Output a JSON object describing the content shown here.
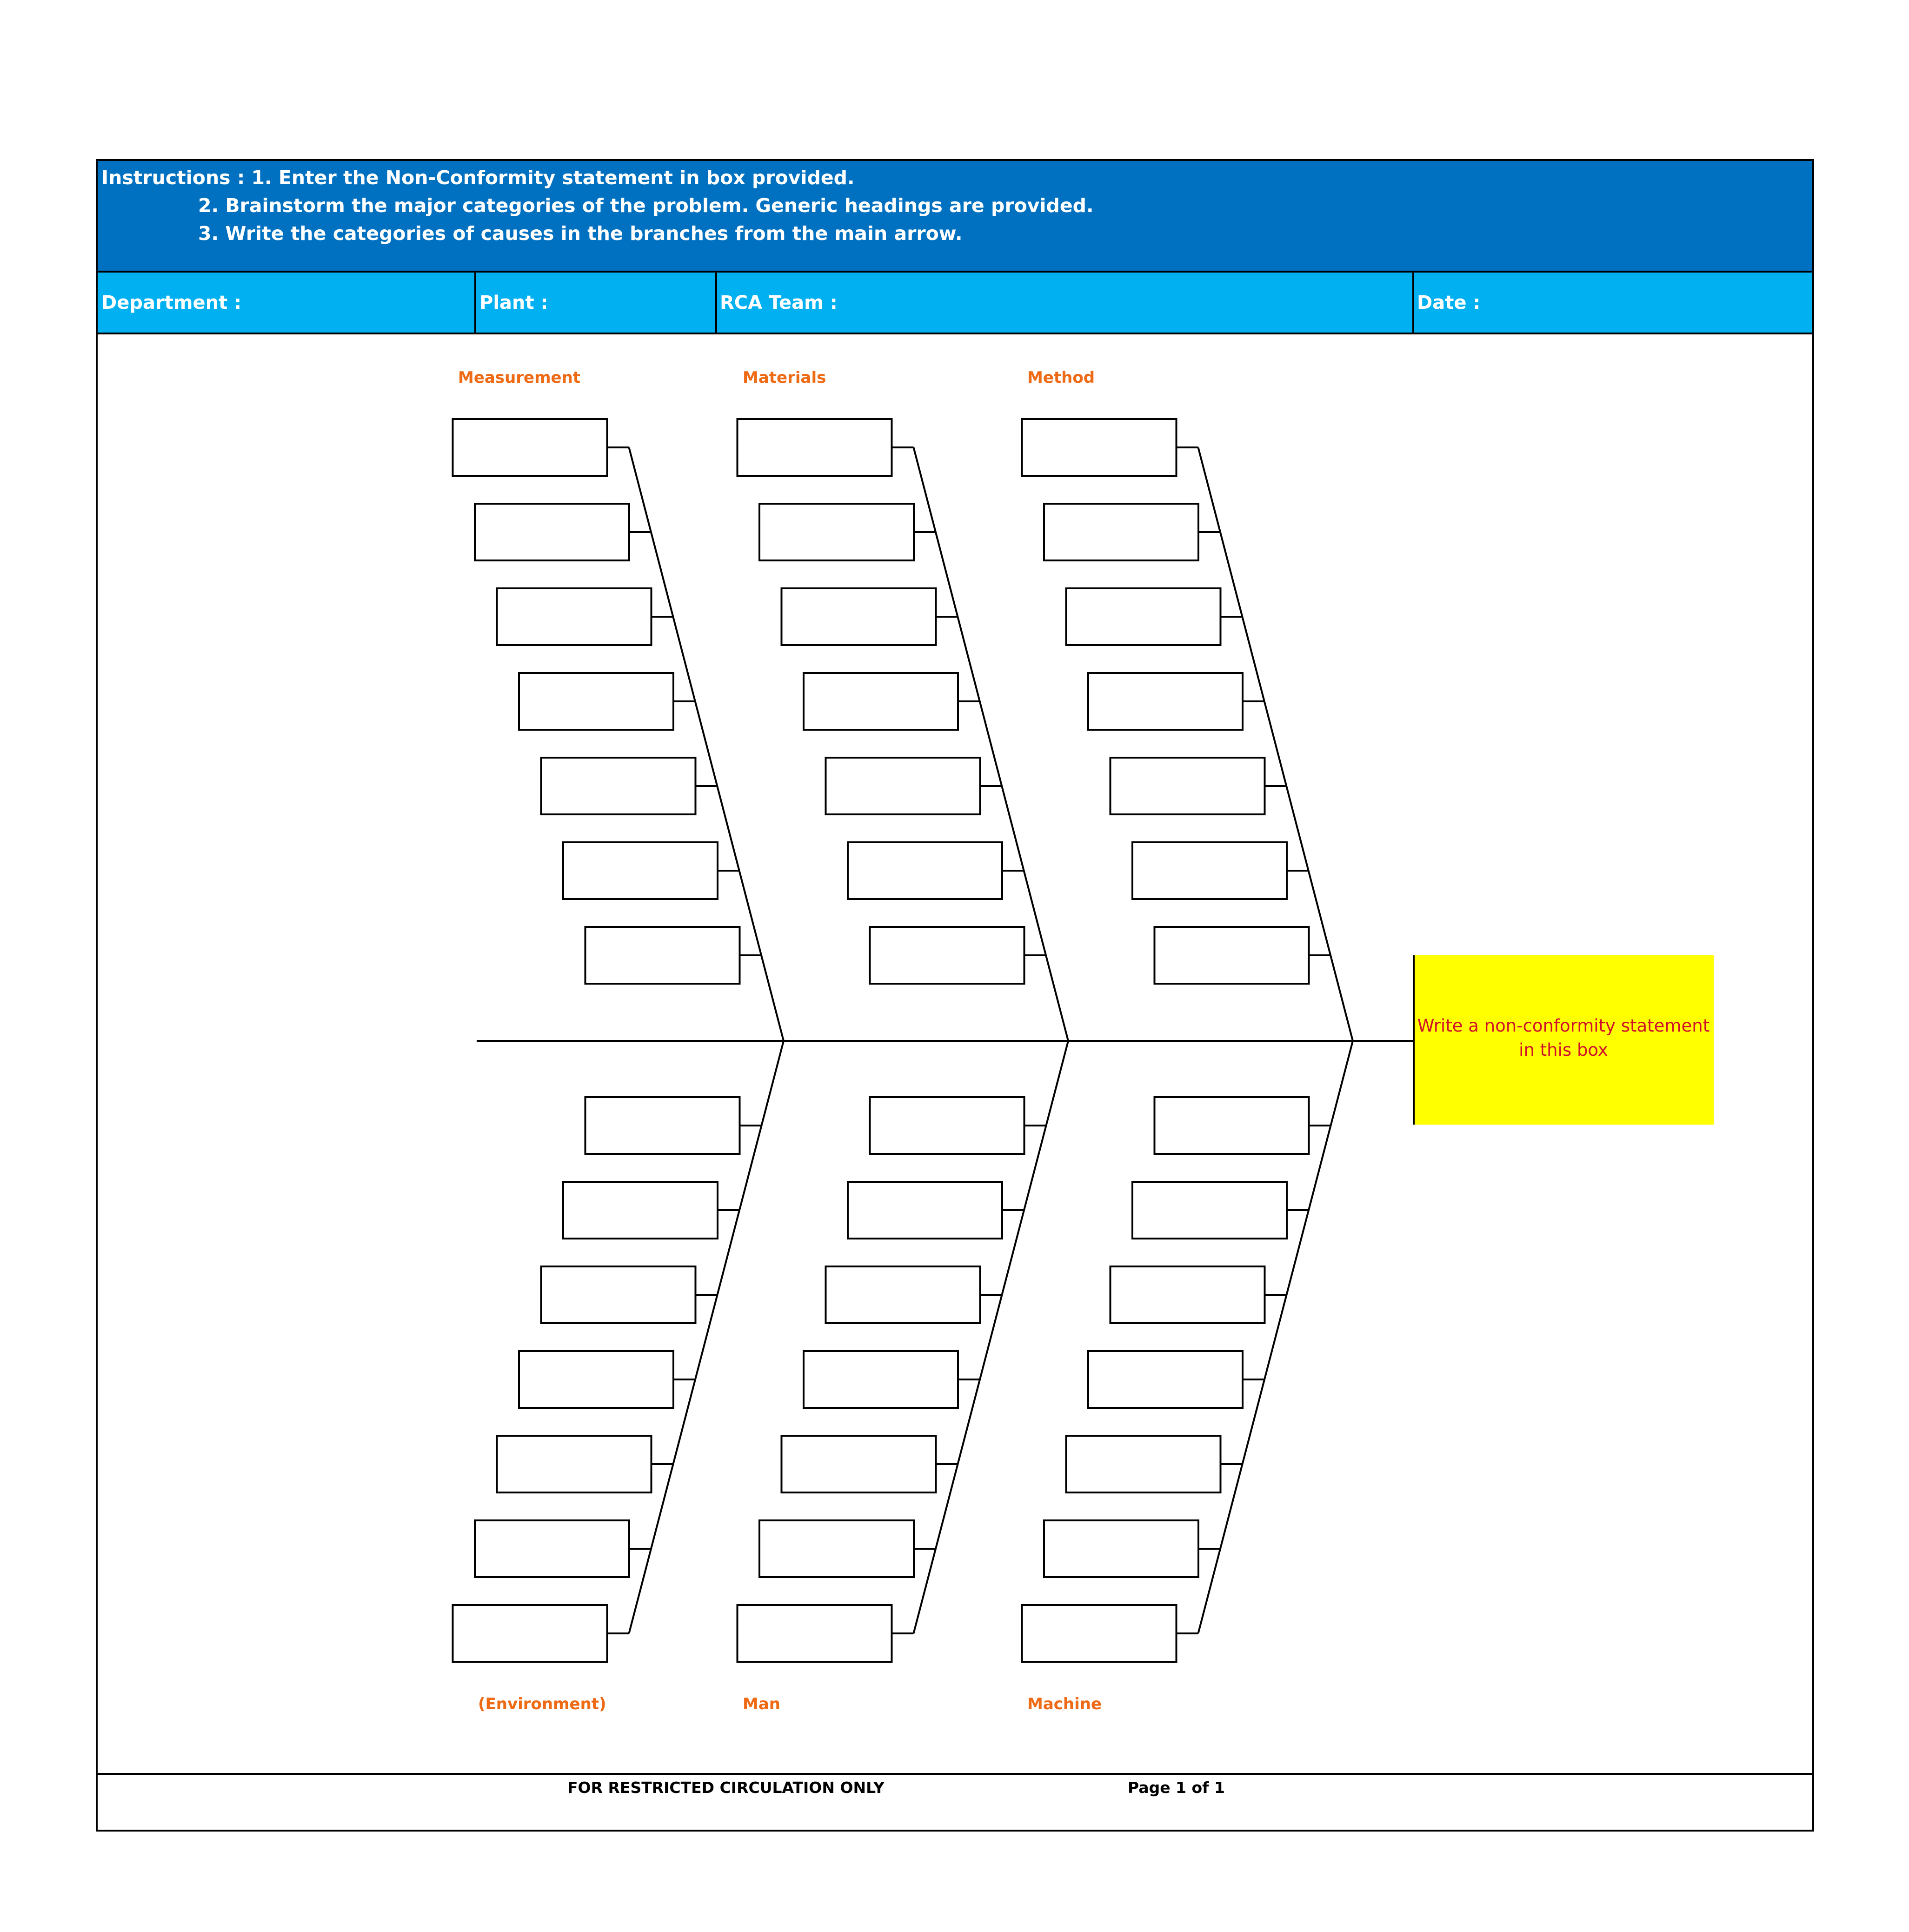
{
  "instructions": {
    "line1": "Instructions : 1. Enter the Non-Conformity statement in box provided.",
    "line2": "2. Brainstorm the major categories of the problem.  Generic headings are provided.",
    "line3": "3. Write the categories of causes in the branches from the main arrow."
  },
  "header_fields": {
    "department": "Department :",
    "plant": "Plant :",
    "rca_team": "RCA Team :",
    "date": "Date :"
  },
  "categories": {
    "top": [
      "Measurement",
      "Materials",
      "Method"
    ],
    "bottom": [
      "(Environment)",
      "Man",
      "Machine"
    ]
  },
  "problem_statement": "Write a non-conformity statement in this box",
  "footer": {
    "circulation": "FOR RESTRICTED CIRCULATION ONLY",
    "page": "Page 1 of 1"
  },
  "colors": {
    "instructions_bg": "#0070c0",
    "header_bg": "#00b0f0",
    "category_text": "#ee6a14",
    "statement_bg": "#ffff00",
    "statement_text": "#d0112b"
  }
}
